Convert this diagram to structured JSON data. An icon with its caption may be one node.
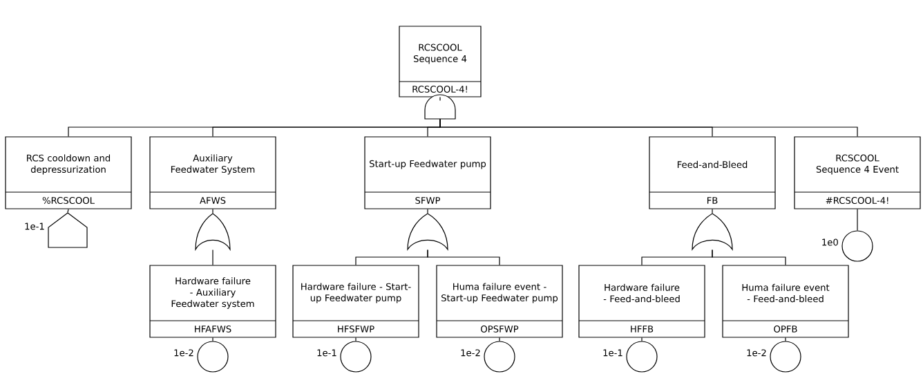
{
  "diagram": {
    "nodes": [
      {
        "text": [
          "RCSCOOL Sequence 4",
          "RCSCOOL-4!"
        ]
      },
      {
        "text": [],
        "shape": "and-gate"
      },
      {
        "text": [
          "RCS cooldown and depressurization",
          "%RCSCOOL"
        ]
      },
      {
        "text": [
          "Auxiliary Feedwater System",
          "AFWS"
        ]
      },
      {
        "text": [
          "Start-up Feedwater pump",
          "SFWP"
        ]
      },
      {
        "text": [
          "Feed-and-Bleed",
          "FB"
        ]
      },
      {
        "text": [
          "RCSCOOL Sequence 4 Event",
          "#RCSCOOL-4!"
        ]
      },
      {
        "text": [],
        "shape": "house",
        "beside": [
          "1e-1"
        ]
      },
      {
        "text": [],
        "shape": "or-gate"
      },
      {
        "text": [],
        "shape": "or-gate"
      },
      {
        "text": [],
        "shape": "or-gate"
      },
      {
        "text": [],
        "shape": "circle",
        "beside": [
          "1e0"
        ]
      },
      {
        "text": [
          "Hardware failure - Auxiliary Feedwater system",
          "HFAFWS"
        ]
      },
      {
        "text": [
          "Hardware failure - Start-up Feedwater pump",
          "HFSFWP"
        ]
      },
      {
        "text": [
          "Huma failure event - Start-up Feedwater pump",
          "OPSFWP"
        ]
      },
      {
        "text": [
          "Hardware failure - Feed-and-bleed",
          "HFFB"
        ]
      },
      {
        "text": [
          "Huma failure event - Feed-and-bleed",
          "OPFB"
        ]
      },
      {
        "text": [],
        "shape": "circle",
        "beside": [
          "1e-2"
        ]
      },
      {
        "text": [],
        "shape": "circle",
        "beside": [
          "1e-1"
        ]
      },
      {
        "text": [],
        "shape": "circle",
        "beside": [
          "1e-2"
        ]
      },
      {
        "text": [],
        "shape": "circle",
        "beside": [
          "1e-1"
        ]
      },
      {
        "text": [],
        "shape": "circle",
        "beside": [
          "1e-2"
        ]
      }
    ],
    "edges": [
      {
        "from": 0,
        "to": 1,
        "arrow": "none"
      },
      {
        "from": 1,
        "to": 2,
        "arrow": "none"
      },
      {
        "from": 1,
        "to": 3,
        "arrow": "none"
      },
      {
        "from": 1,
        "to": 4,
        "arrow": "none"
      },
      {
        "from": 1,
        "to": 5,
        "arrow": "none"
      },
      {
        "from": 1,
        "to": 6,
        "arrow": "none"
      },
      {
        "from": 2,
        "to": 7,
        "arrow": "none"
      },
      {
        "from": 3,
        "to": 8,
        "arrow": "none"
      },
      {
        "from": 4,
        "to": 9,
        "arrow": "none"
      },
      {
        "from": 5,
        "to": 10,
        "arrow": "none"
      },
      {
        "from": 6,
        "to": 11,
        "arrow": "none"
      },
      {
        "from": 8,
        "to": 12,
        "arrow": "none"
      },
      {
        "from": 9,
        "to": 13,
        "arrow": "none"
      },
      {
        "from": 9,
        "to": 14,
        "arrow": "none"
      },
      {
        "from": 10,
        "to": 15,
        "arrow": "none"
      },
      {
        "from": 10,
        "to": 16,
        "arrow": "none"
      },
      {
        "from": 12,
        "to": 17,
        "arrow": "none"
      },
      {
        "from": 13,
        "to": 18,
        "arrow": "none"
      },
      {
        "from": 14,
        "to": 19,
        "arrow": "none"
      },
      {
        "from": 15,
        "to": 20,
        "arrow": "none"
      },
      {
        "from": 16,
        "to": 21,
        "arrow": "none"
      }
    ]
  }
}
